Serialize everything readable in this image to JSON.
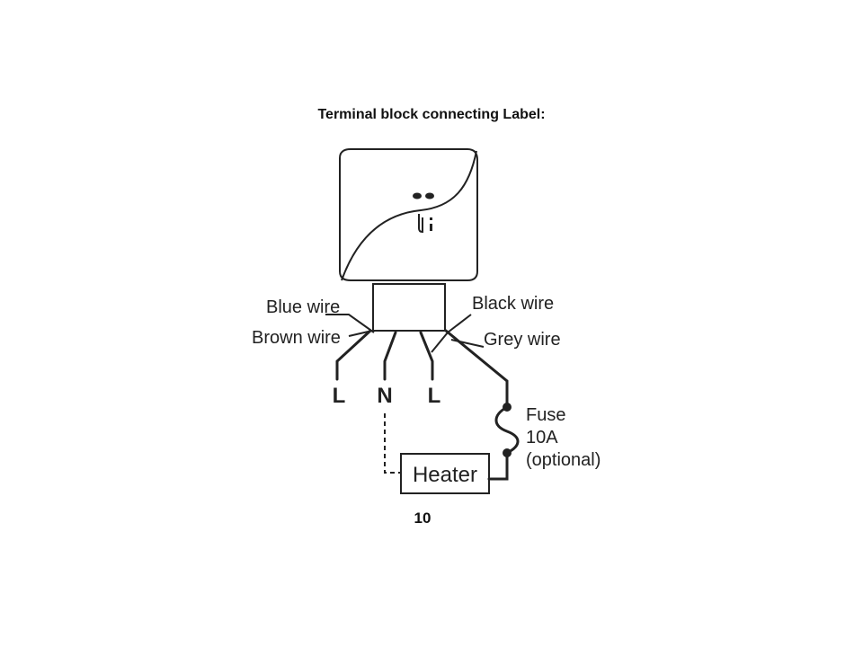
{
  "diagram": {
    "title": "Terminal block connecting Label:",
    "labels": {
      "blue_wire": "Blue wire",
      "brown_wire": "Brown wire",
      "black_wire": "Black wire",
      "grey_wire": "Grey wire",
      "fuse": "Fuse",
      "fuse_rating": "10A",
      "fuse_note": "(optional)"
    },
    "terminals": [
      "L",
      "N",
      "L"
    ],
    "heater": "Heater",
    "page_number": "10"
  }
}
